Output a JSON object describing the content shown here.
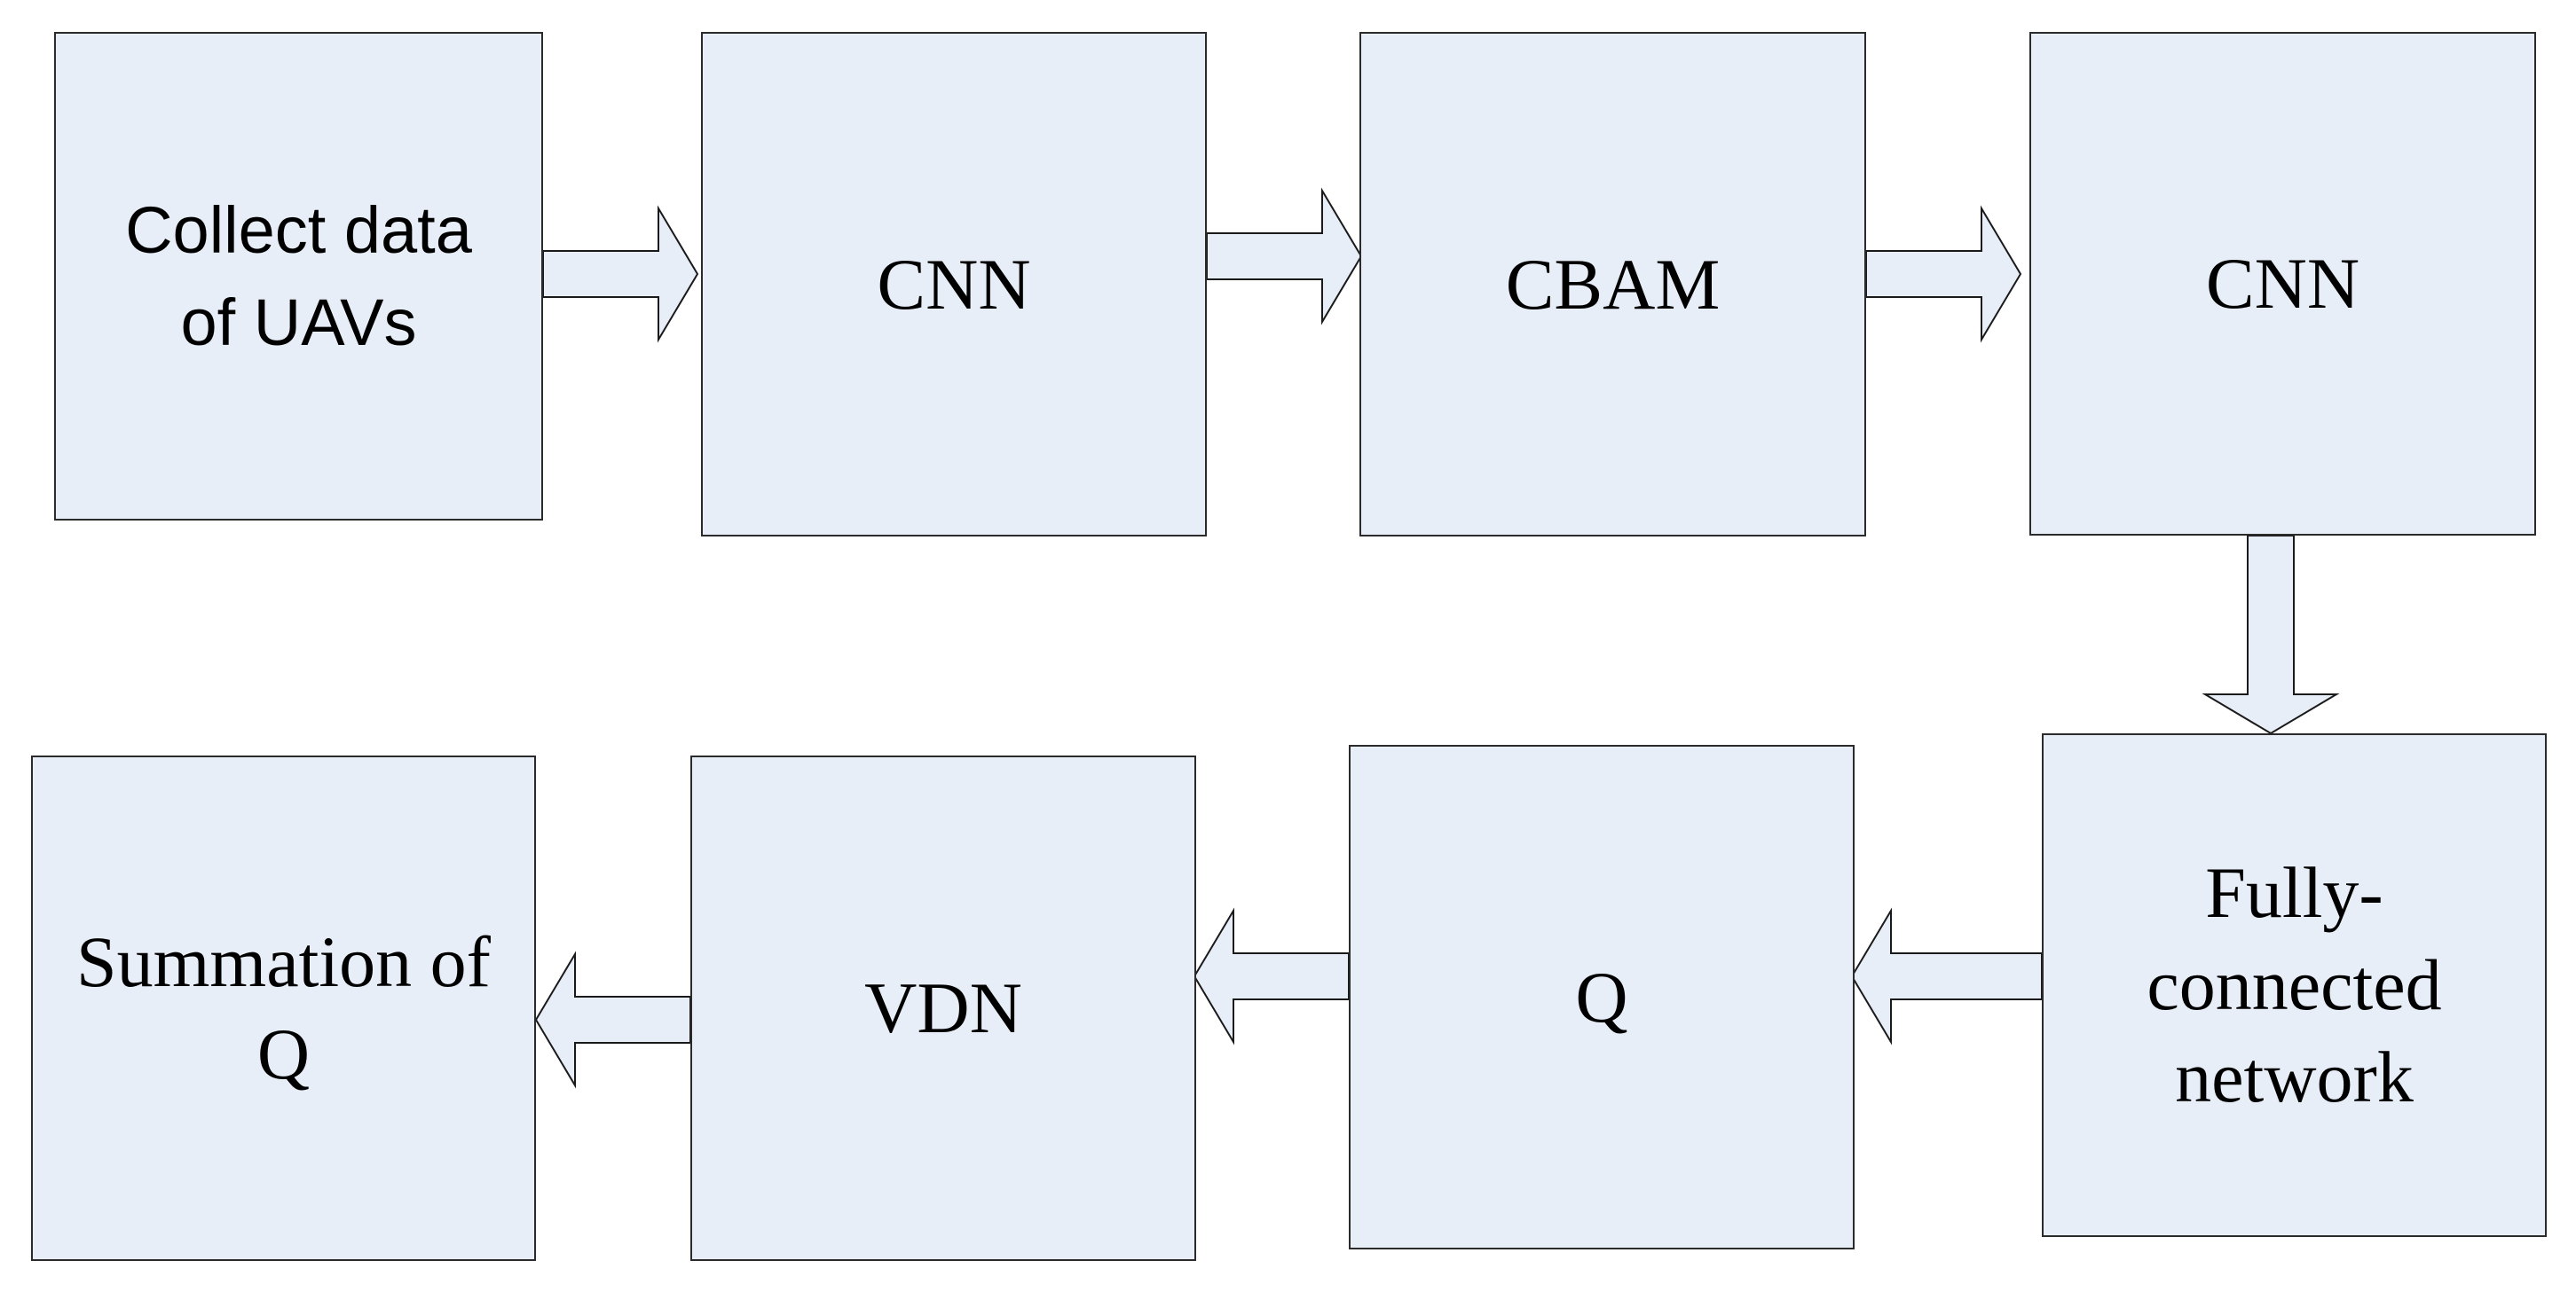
{
  "diagram": {
    "blocks": {
      "collect": "Collect data\nof UAVs",
      "cnn1": "CNN",
      "cbam": "CBAM",
      "cnn2": "CNN",
      "fc": "Fully-\nconnected\nnetwork",
      "q": "Q",
      "vdn": "VDN",
      "sum": "Summation of\nQ"
    },
    "colors": {
      "block_fill": "#e8eef8",
      "border": "#2b2b2b"
    }
  }
}
